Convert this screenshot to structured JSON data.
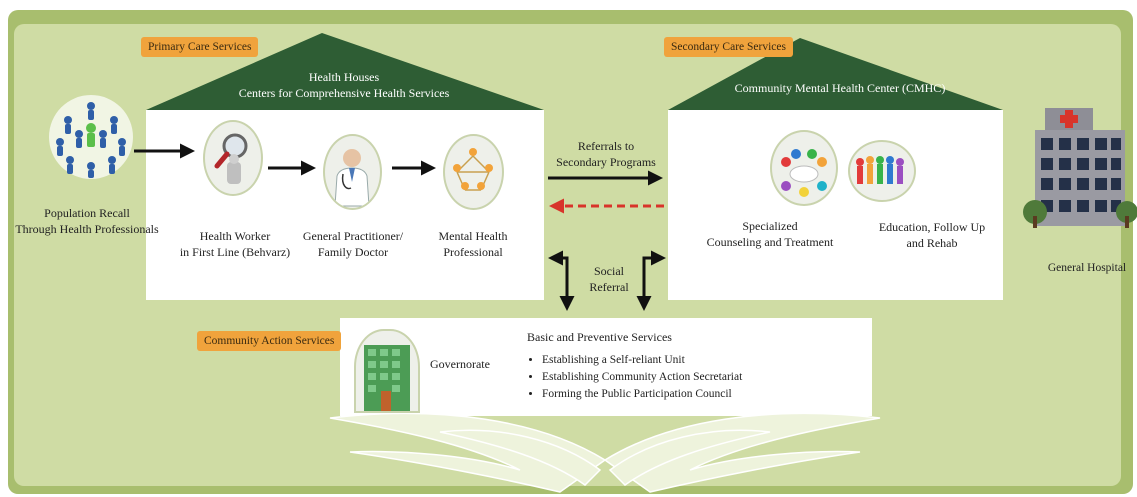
{
  "tags": {
    "primary": "Primary Care Services",
    "secondary": "Secondary Care Services",
    "community": "Community Action Services"
  },
  "primary_roof": {
    "line1": "Health Houses",
    "line2": "Centers for Comprehensive Health Services"
  },
  "secondary_roof": {
    "line1": "Community Mental Health Center (CMHC)"
  },
  "population": {
    "line1": "Population Recall",
    "line2": "Through Health Professionals"
  },
  "primary_steps": [
    {
      "line1": "Health Worker",
      "line2": "in First Line (Behvarz)"
    },
    {
      "line1": "General Practitioner/",
      "line2": "Family Doctor"
    },
    {
      "line1": "Mental Health",
      "line2": "Professional"
    }
  ],
  "referrals": {
    "line1": "Referrals to",
    "line2": "Secondary Programs"
  },
  "social_referral": {
    "line1": "Social",
    "line2": "Referral"
  },
  "secondary_items": [
    {
      "line1": "Specialized",
      "line2": "Counseling and Treatment"
    },
    {
      "line1": "Education, Follow Up",
      "line2": "and Rehab"
    }
  ],
  "hospital": {
    "label": "General Hospital"
  },
  "community": {
    "governorate": "Governorate",
    "title": "Basic and Preventive Services",
    "bullets": [
      "Establishing a Self-reliant Unit",
      "Establishing Community Action Secretariat",
      "Forming the Public Participation Council"
    ]
  },
  "colors": {
    "background": "#cfdca4",
    "frame": "#a8be6e",
    "roof": "#2e5d34",
    "tag": "#f0a33c",
    "arrow": "#111111",
    "dashed_arrow": "#d8342a",
    "hospital_cross": "#d8342a"
  }
}
